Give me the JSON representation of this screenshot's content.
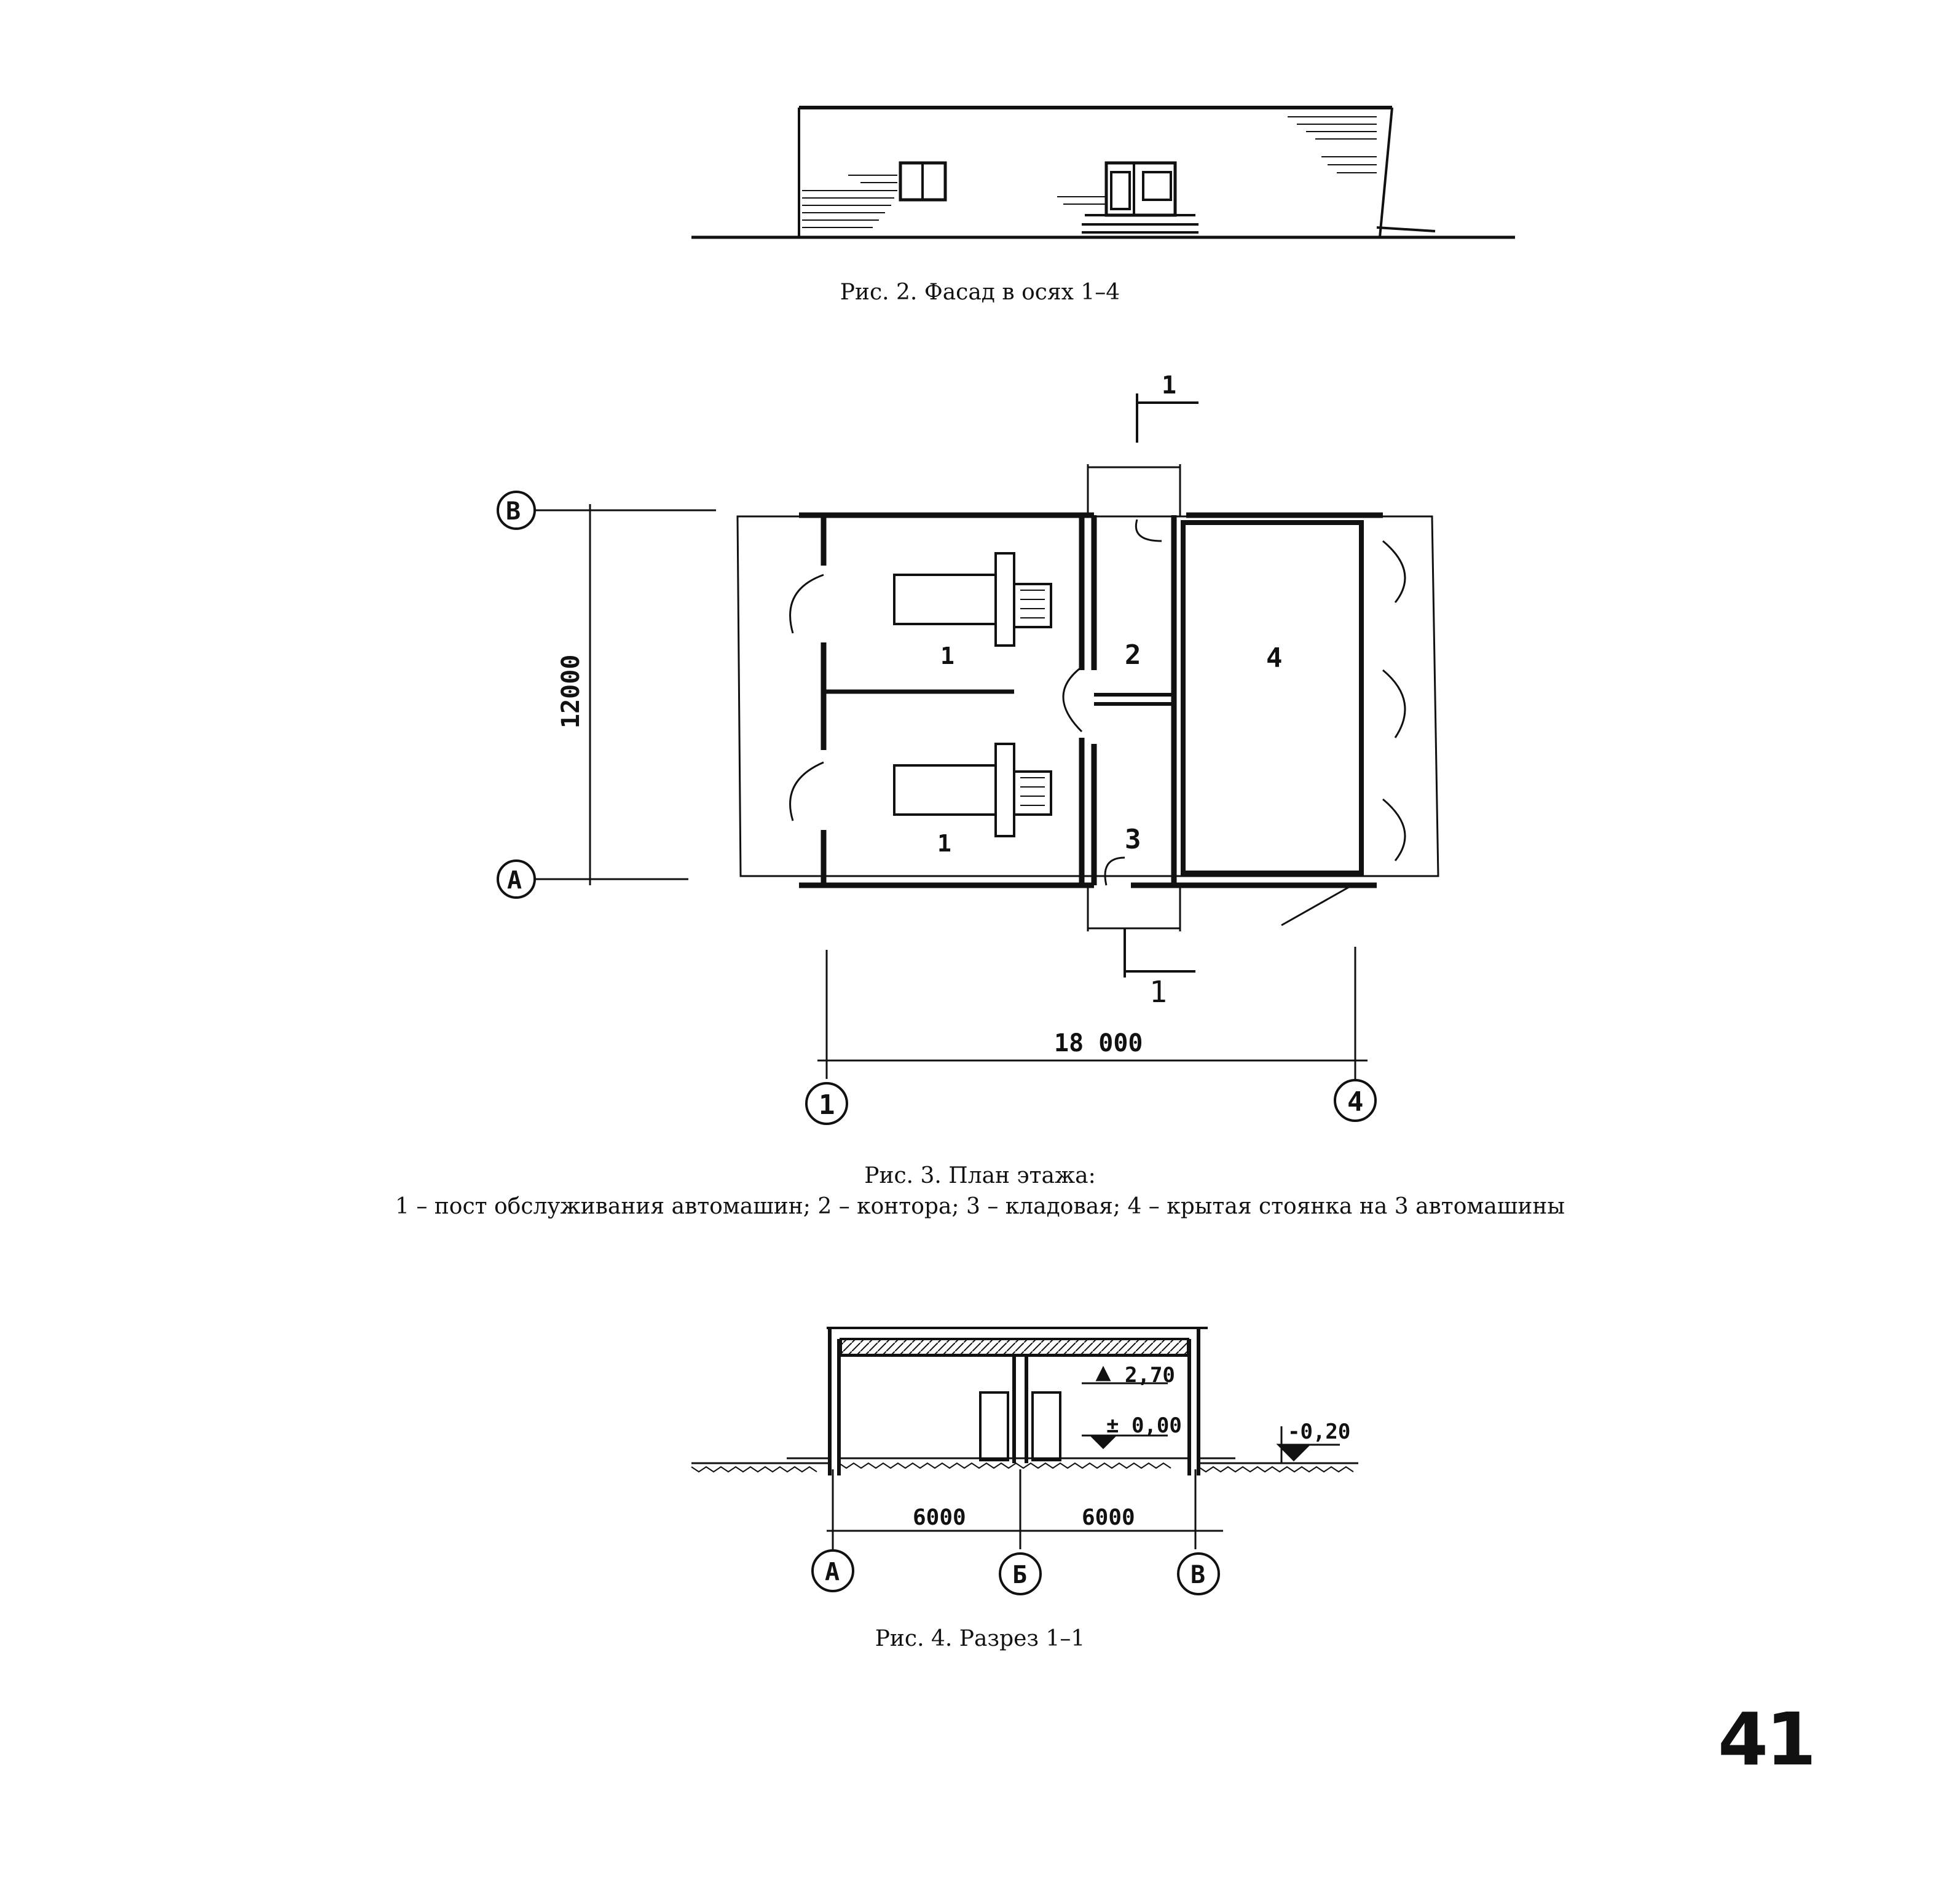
{
  "figure2": {
    "caption": "Рис. 2. Фасад в осях 1–4"
  },
  "figure3": {
    "caption": "Рис. 3. План этажа:",
    "legend": "1 – пост обслуживания автомашин; 2 – контора; 3 – кладовая; 4 – крытая стоянка на 3 автомашины",
    "rooms": [
      "1",
      "1",
      "2",
      "3",
      "4"
    ],
    "section_mark": "1",
    "dim_horizontal": "18 000",
    "dim_vertical": "12000",
    "axes_letters": [
      "В",
      "А"
    ],
    "axes_numbers": [
      "1",
      "4"
    ]
  },
  "figure4": {
    "caption": "Рис. 4. Разрез 1–1",
    "levels": [
      "2,70",
      "± 0,00",
      "-0,20"
    ],
    "dims": [
      "6000",
      "6000"
    ],
    "axes": [
      "А",
      "Б",
      "В"
    ]
  },
  "page_number": "41"
}
